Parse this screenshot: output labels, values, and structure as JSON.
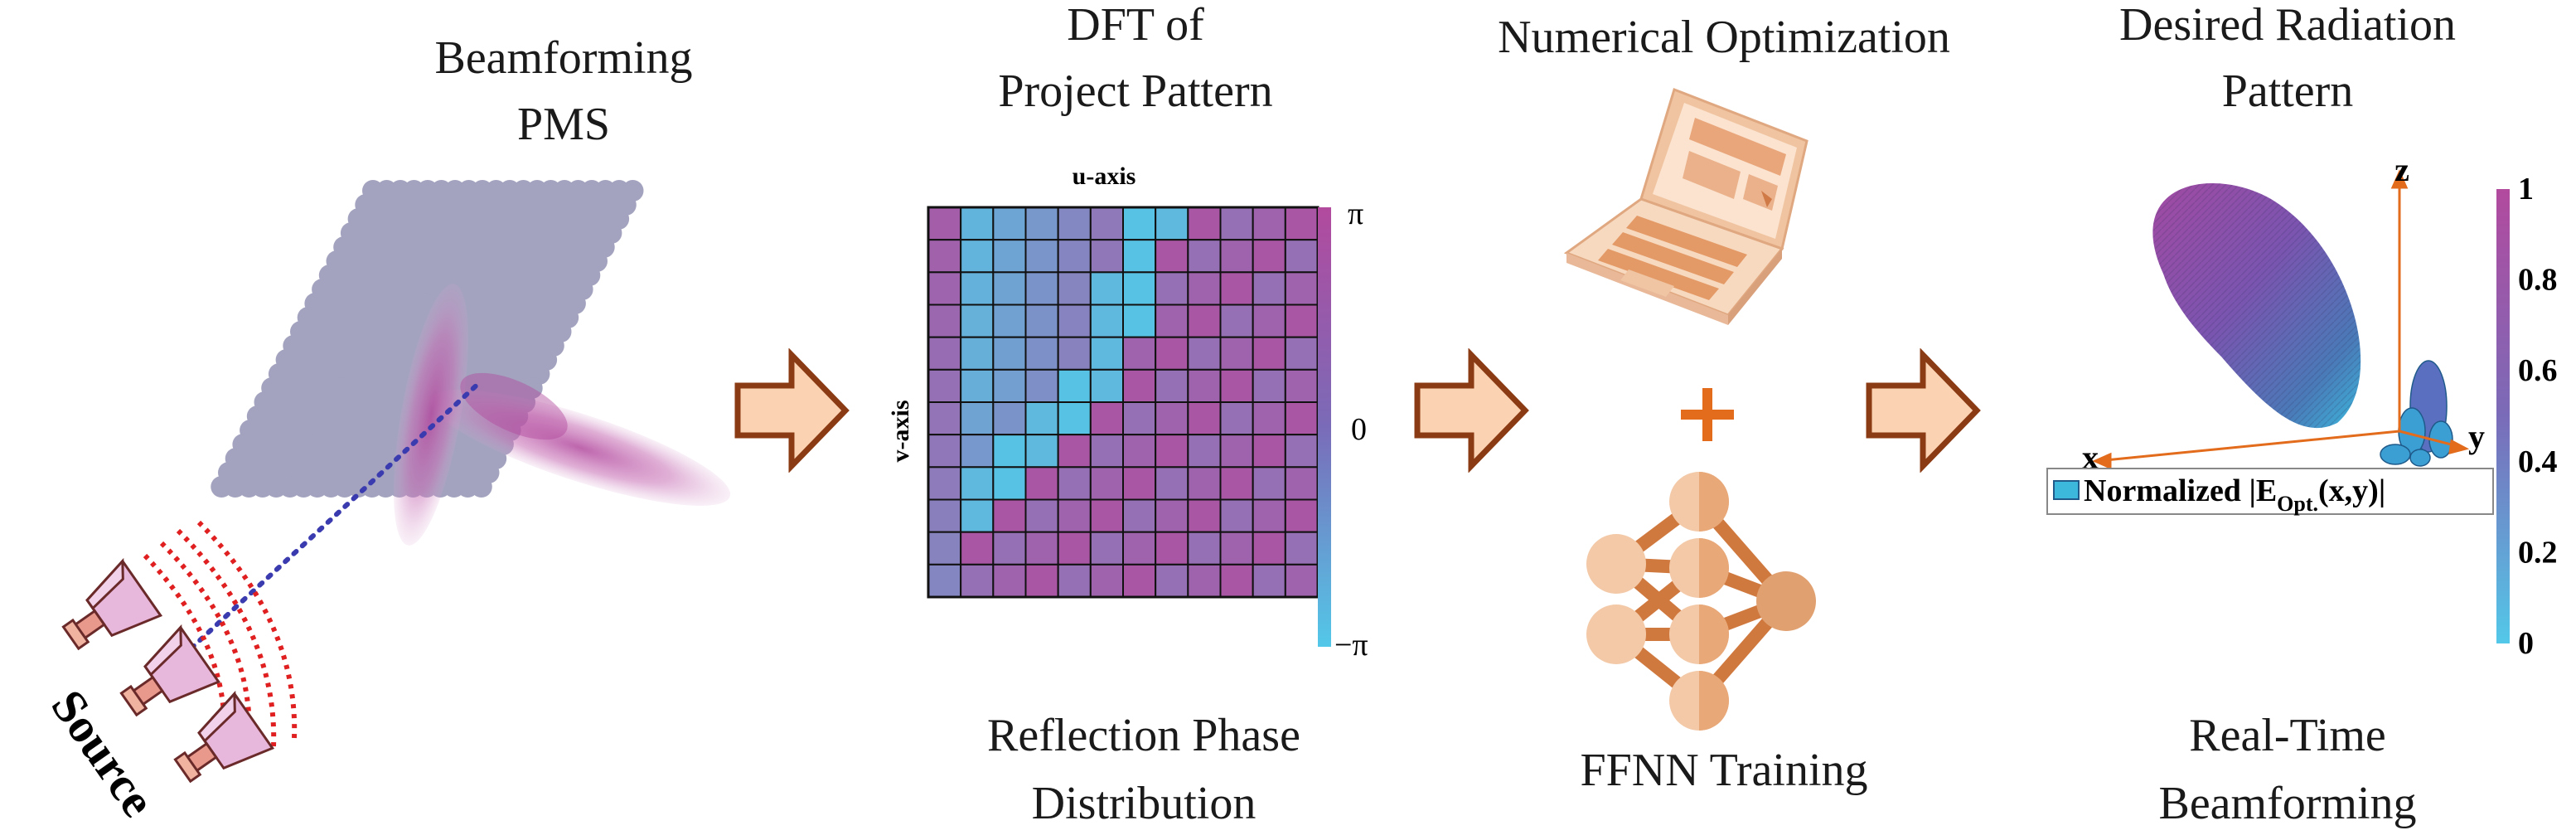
{
  "panel_pms": {
    "title_line1": "Beamforming",
    "title_line2": "PMS",
    "source_label": "Source"
  },
  "panel_dft": {
    "title_line1": "DFT of",
    "title_line2": "Project Pattern",
    "u_axis_label": "u-axis",
    "v_axis_label": "v-axis",
    "colorbar_top": "π",
    "colorbar_mid": "0",
    "colorbar_bottom": "−π",
    "caption_line1": "Reflection Phase",
    "caption_line2": "Distribution"
  },
  "panel_opt": {
    "title": "Numerical Optimization",
    "plus_symbol": "+",
    "caption": "FFNN Training"
  },
  "panel_pattern": {
    "title_line1": "Desired Radiation",
    "title_line2": "Pattern",
    "axis_z": "z",
    "axis_x": "x",
    "axis_y": "y",
    "legend_main": "Normalized |E",
    "legend_sub": "Opt.",
    "legend_tail": "(x,y)|",
    "colorbar_ticks": [
      "1",
      "0.8",
      "0.6",
      "0.4",
      "0.2",
      "0"
    ],
    "caption_line1": "Real-Time",
    "caption_line2": "Beamforming"
  },
  "colors": {
    "arrow_fill": "#fbd3b3",
    "arrow_stroke": "#8b3b13",
    "grid_dot": "#a3a3bf",
    "cmap_low": "#53c8e8",
    "cmap_high": "#b24a9e",
    "orange": "#e26b1c"
  }
}
